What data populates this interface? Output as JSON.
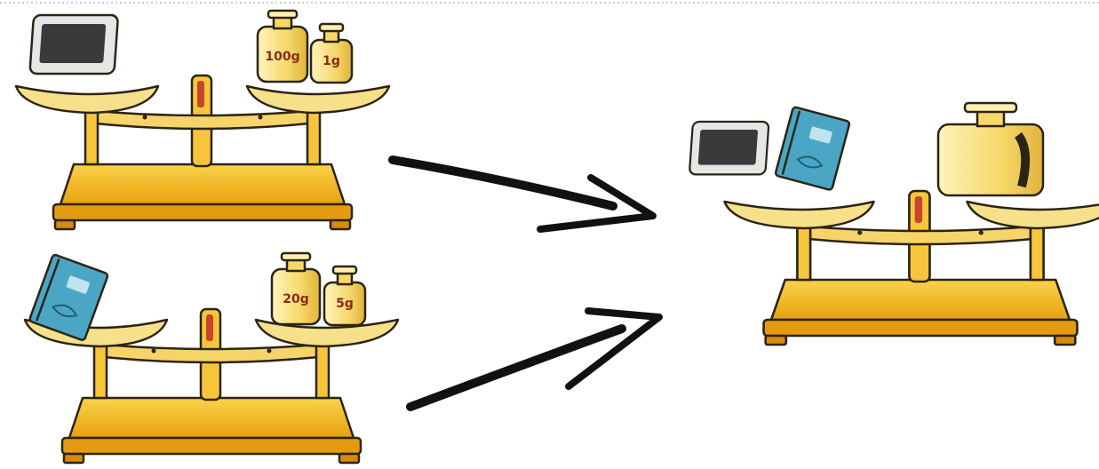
{
  "scales": {
    "top": {
      "left_item": "slate",
      "weights": [
        {
          "label": "100g"
        },
        {
          "label": "1g"
        }
      ]
    },
    "bottom": {
      "left_item": "book",
      "weights": [
        {
          "label": "20g"
        },
        {
          "label": "5g"
        }
      ]
    },
    "combined": {
      "left_items": [
        "slate",
        "book"
      ],
      "weights": [
        {
          "label": ""
        }
      ]
    }
  },
  "colors": {
    "brass": "#f2b51c",
    "brass_light": "#fbe39a",
    "pan": "#f7e08a",
    "book": "#4aa6c4",
    "screen": "#3a3a3a",
    "ink": "#2b2415"
  }
}
